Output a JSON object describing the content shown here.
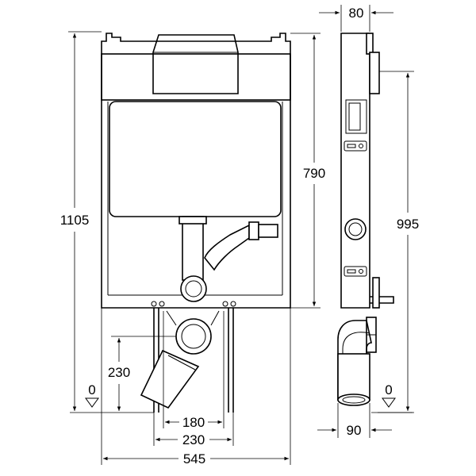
{
  "dimensions": {
    "front_total_height": "1105",
    "front_frame_height": "790",
    "front_outlet_height": "230",
    "front_inner_width": "180",
    "front_outer_width": "230",
    "front_total_width": "545",
    "front_floor_level": "0",
    "side_depth_top": "80",
    "side_height": "995",
    "side_depth_bottom": "90",
    "side_floor_level": "0"
  }
}
